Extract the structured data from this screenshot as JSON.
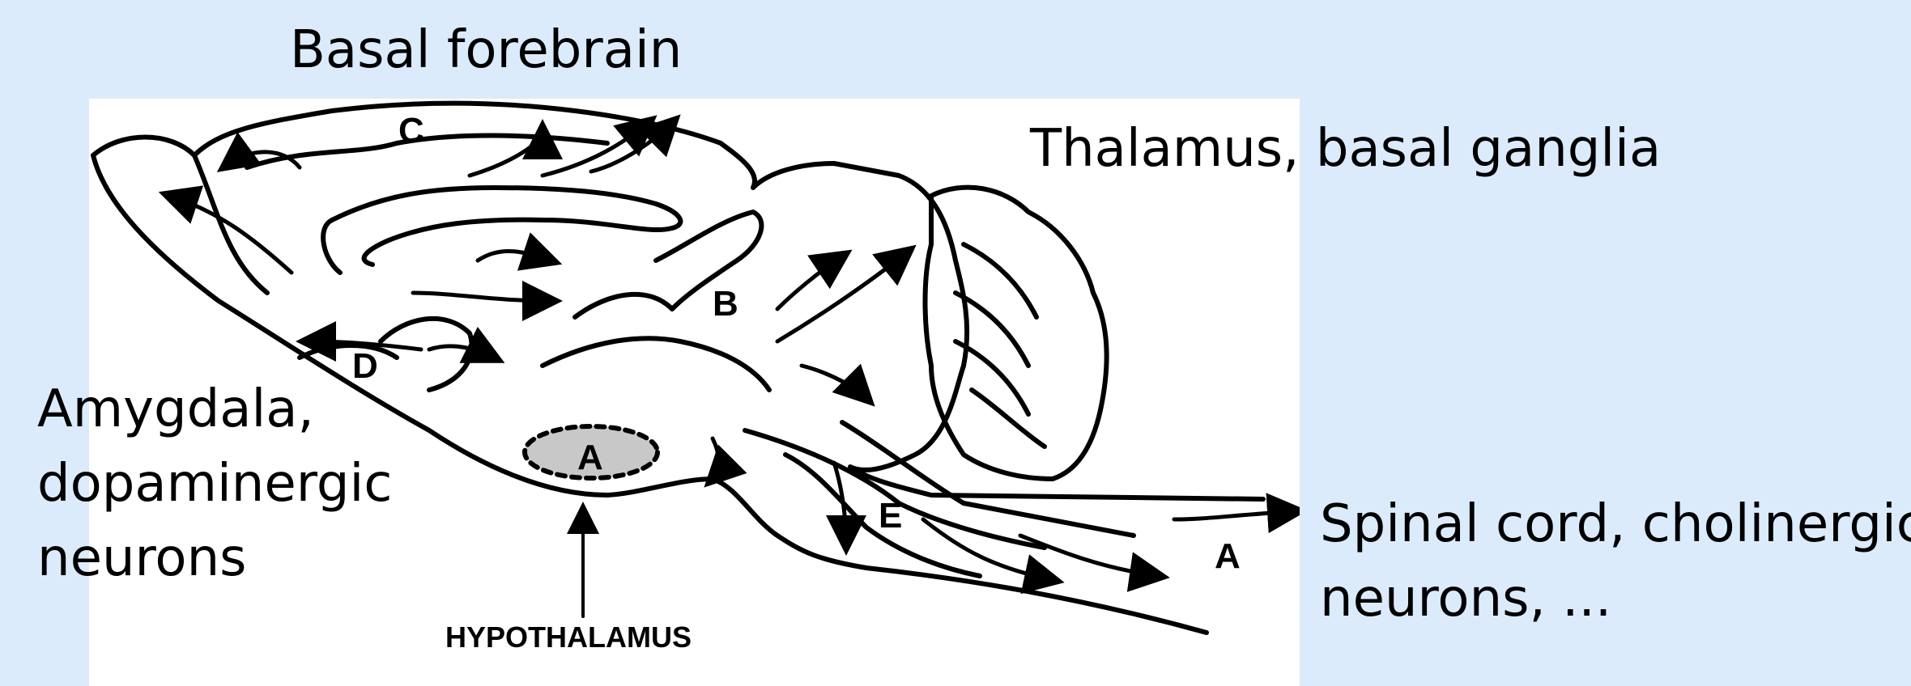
{
  "labels": {
    "basal_forebrain": "Basal forebrain",
    "thalamus": "Thalamus, basal ganglia",
    "amygdala": [
      "Amygdala,",
      "dopaminergic",
      "neurons"
    ],
    "spinal_cord": [
      "Spinal cord, cholinergic",
      "neurons, ..."
    ],
    "hypothalamus": "HYPOTHALAMUS"
  },
  "pathway_letters": [
    "A",
    "B",
    "C",
    "D",
    "E"
  ],
  "nucleus_label": "A",
  "colors": {
    "background": "#dcebfb",
    "panel": "#ffffff",
    "nucleus_fill": "#c8c8c8"
  }
}
